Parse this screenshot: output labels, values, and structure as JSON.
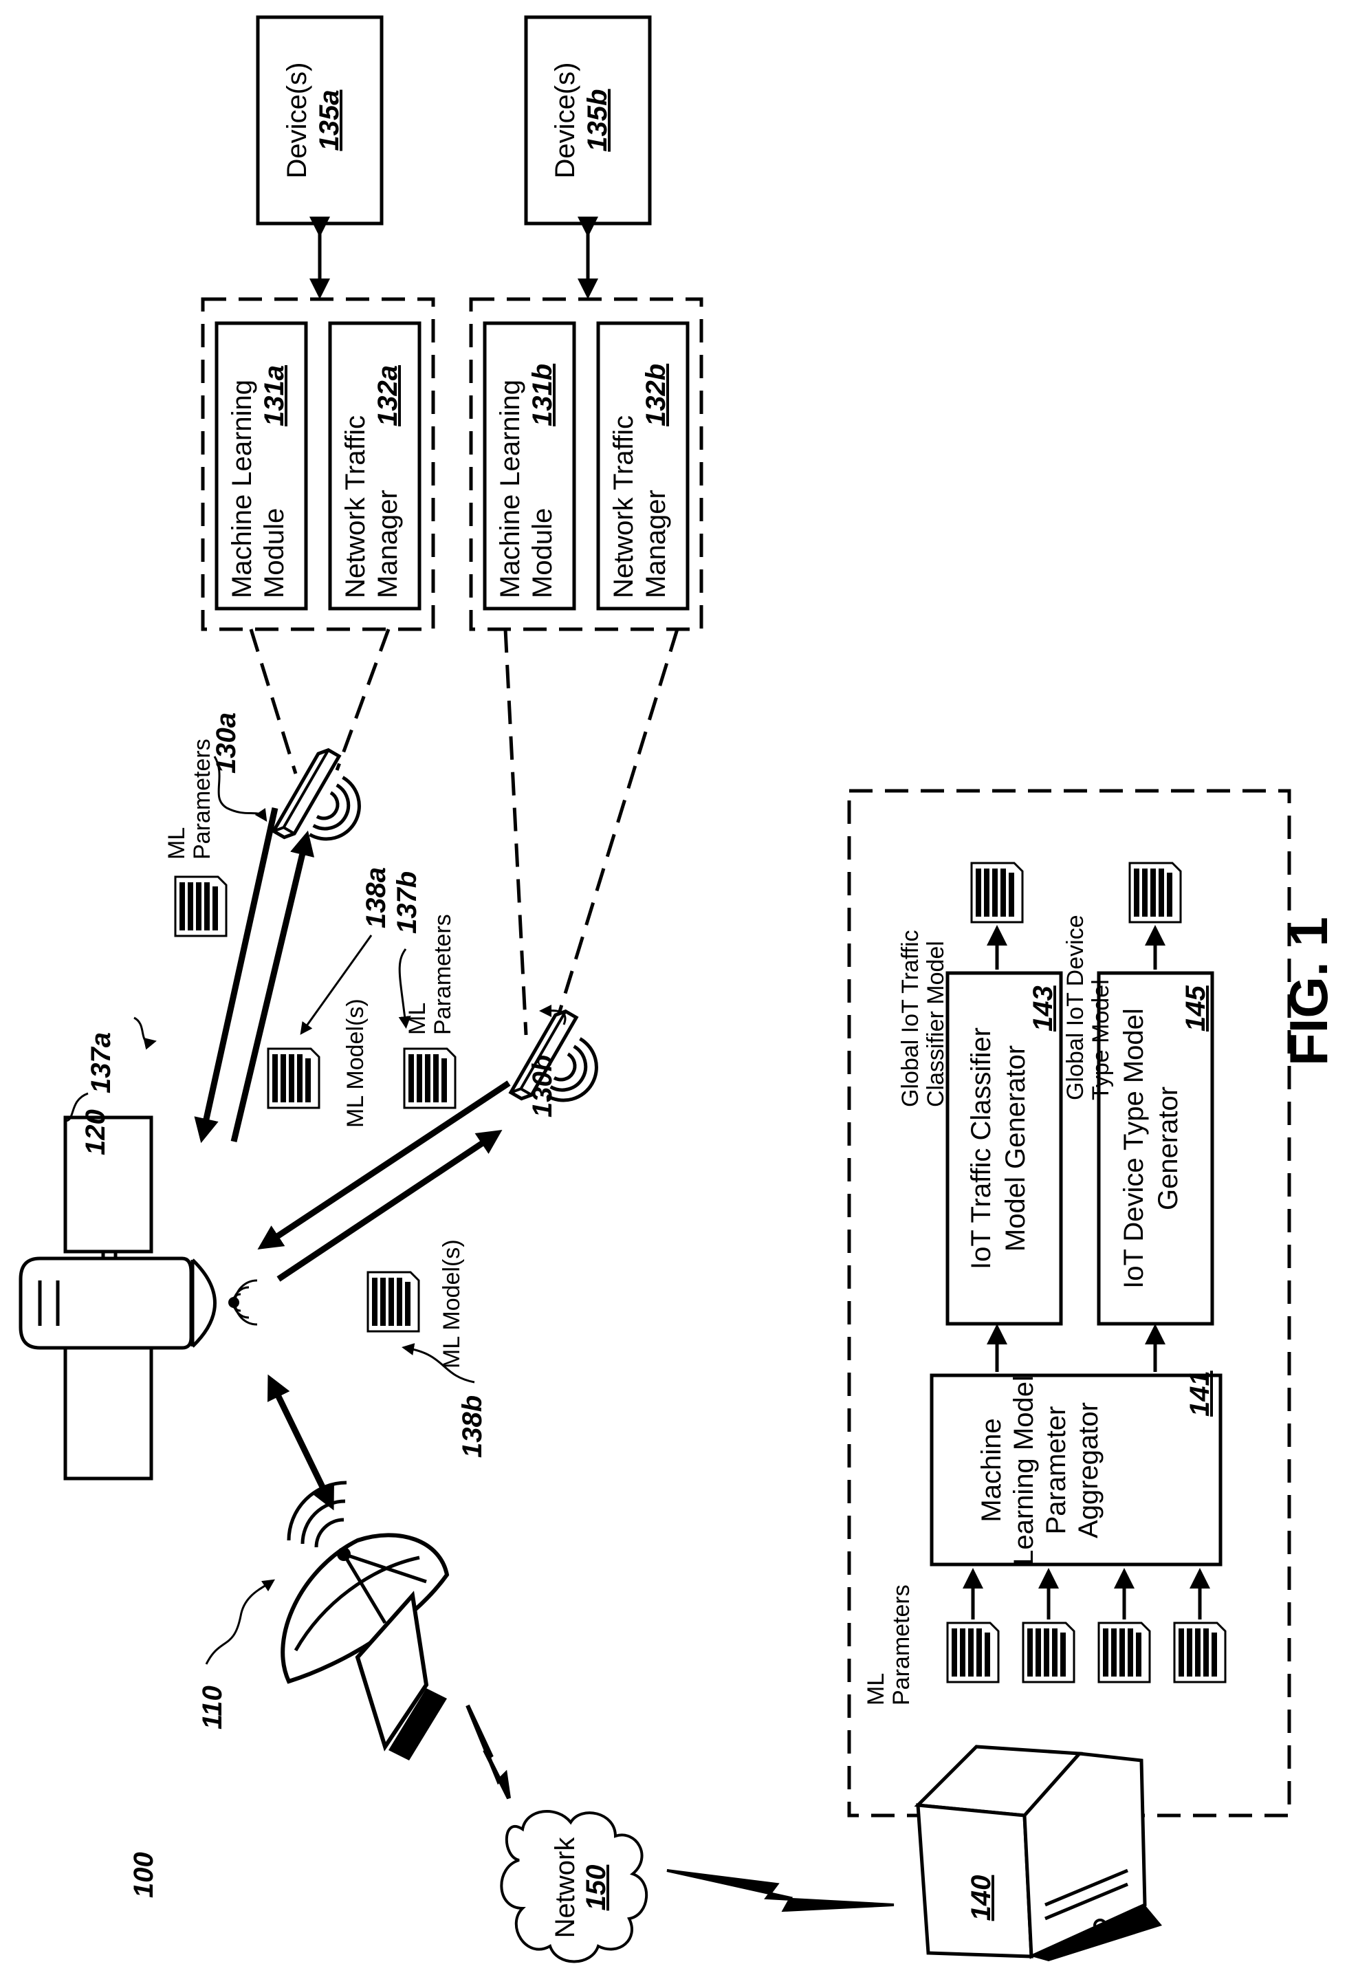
{
  "figure_ref": "100",
  "fig_caption": "FIG. 1",
  "colors": {
    "ink": "#000000",
    "paper": "#ffffff"
  },
  "ground_station": {
    "ref": "110",
    "icon": "satellite-dish-icon"
  },
  "satellite": {
    "ref": "120",
    "icon": "satellite-icon"
  },
  "network": {
    "label": "Network",
    "ref": "150",
    "icon": "cloud-icon"
  },
  "server": {
    "ref": "140",
    "icon": "server-icon"
  },
  "terminal_a": {
    "ref": "130a",
    "icon": "router-icon"
  },
  "terminal_b": {
    "ref": "130b",
    "icon": "router-icon"
  },
  "device_a": {
    "label": "Device(s)",
    "ref": "135a"
  },
  "device_b": {
    "label": "Device(s)",
    "ref": "135b"
  },
  "module_a": {
    "ml_line1": "Machine Learning",
    "ml_line2": "Module",
    "ml_ref": "131a",
    "ntm_line1": "Network Traffic",
    "ntm_line2": "Manager",
    "ntm_ref": "132a"
  },
  "module_b": {
    "ml_line1": "Machine Learning",
    "ml_line2": "Module",
    "ml_ref": "131b",
    "ntm_line1": "Network Traffic",
    "ntm_line2": "Manager",
    "ntm_ref": "132b"
  },
  "flows": {
    "params_a": {
      "line1": "ML",
      "line2": "Parameters",
      "ref": "137a"
    },
    "model_a": {
      "label": "ML Model(s)",
      "ref": "138a"
    },
    "params_b": {
      "line1": "ML",
      "line2": "Parameters",
      "ref": "137b"
    },
    "model_b": {
      "label": "ML Model(s)",
      "ref": "138b"
    }
  },
  "server_detail": {
    "ml_params_line1": "ML",
    "ml_params_line2": "Parameters",
    "aggregator": {
      "line1": "Machine",
      "line2": "Learning Model",
      "line3": "Parameter",
      "line4": "Aggregator",
      "ref": "141"
    },
    "traffic_gen": {
      "line1": "IoT Traffic Classifier",
      "line2": "Model Generator",
      "ref": "143"
    },
    "device_gen": {
      "line1": "IoT Device Type Model",
      "line2": "Generator",
      "ref": "145"
    },
    "global_traffic": {
      "line1": "Global IoT Traffic",
      "line2": "Classifier Model"
    },
    "global_device": {
      "line1": "Global IoT Device",
      "line2": "Type Model"
    }
  }
}
